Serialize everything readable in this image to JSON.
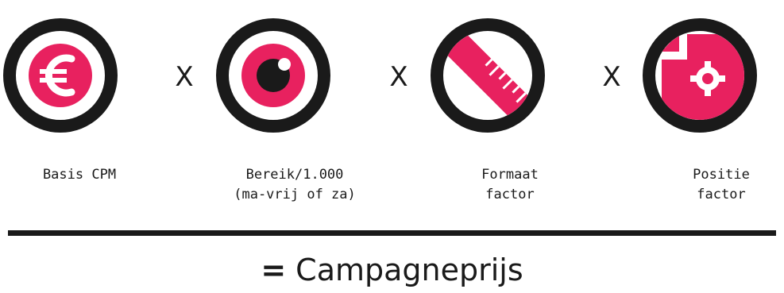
{
  "accent_color": "#e8215f",
  "ring_color": "#1a1a1a",
  "operator": "X",
  "factors": [
    {
      "icon": "euro-icon",
      "lines": [
        "Basis CPM"
      ]
    },
    {
      "icon": "eye-icon",
      "lines": [
        "Bereik/1.000",
        "(ma-vrij of za)"
      ]
    },
    {
      "icon": "ruler-icon",
      "lines": [
        "Formaat",
        "factor"
      ]
    },
    {
      "icon": "target-document-icon",
      "lines": [
        "Positie",
        "factor"
      ]
    }
  ],
  "result": {
    "equals": "=",
    "label": "Campagneprijs"
  }
}
